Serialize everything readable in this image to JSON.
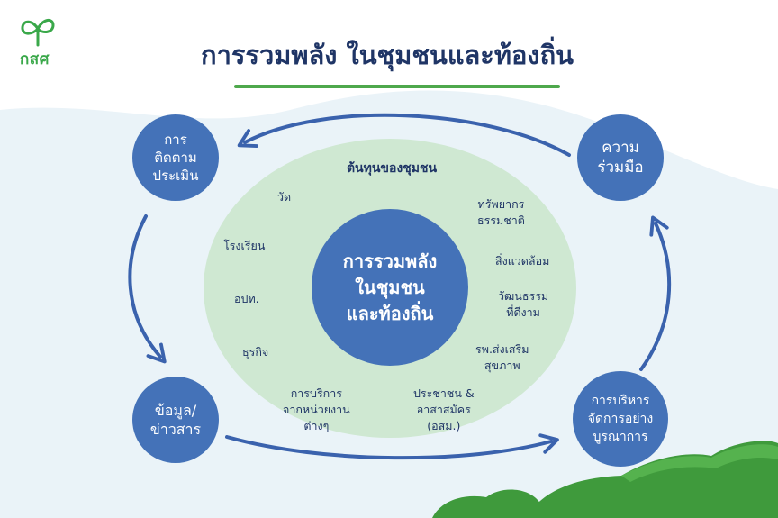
{
  "logo": {
    "text": "กสศ",
    "icon": "sprout-icon",
    "color": "#3aa84a"
  },
  "title": "การรวมพลัง ในชุมชนและท้องถิ่น",
  "colors": {
    "node": "#4472b8",
    "ellipse": "#cfe8d2",
    "arrow": "#3a62ad",
    "hill": "#eaf3f8",
    "grass": "#3f9a3c",
    "underline": "#4ea84c",
    "text": "#1f3566"
  },
  "cycle": {
    "evaluation": [
      "การ",
      "ติดตาม",
      "ประเมิน"
    ],
    "cooperation": [
      "ความ",
      "ร่วมมือ"
    ],
    "information": [
      "ข้อมูล/",
      "ข่าวสาร"
    ],
    "management": [
      "การบริหาร",
      "จัดการอย่าง",
      "บูรณาการ"
    ]
  },
  "center": [
    "การรวมพลัง",
    "ในชุมชน",
    "และท้องถิ่น"
  ],
  "capital": {
    "title": "ต้นทุนของชุมชน",
    "items": {
      "temple": [
        "วัด"
      ],
      "school": [
        "โรงเรียน"
      ],
      "sao": [
        "อปท."
      ],
      "business": [
        "ธุรกิจ"
      ],
      "services": [
        "การบริการ",
        "จากหน่วยงาน",
        "ต่างๆ"
      ],
      "people": [
        "ประชาชน &",
        "อาสาสมัคร",
        "(อสม.)"
      ],
      "hospital": [
        "รพ.ส่งเสริม",
        "สุขภาพ"
      ],
      "culture": [
        "วัฒนธรรม",
        "ที่ดีงาม"
      ],
      "environment": [
        "สิ่งแวดล้อม"
      ],
      "resources": [
        "ทรัพยากร",
        "ธรรมชาติ"
      ]
    }
  }
}
